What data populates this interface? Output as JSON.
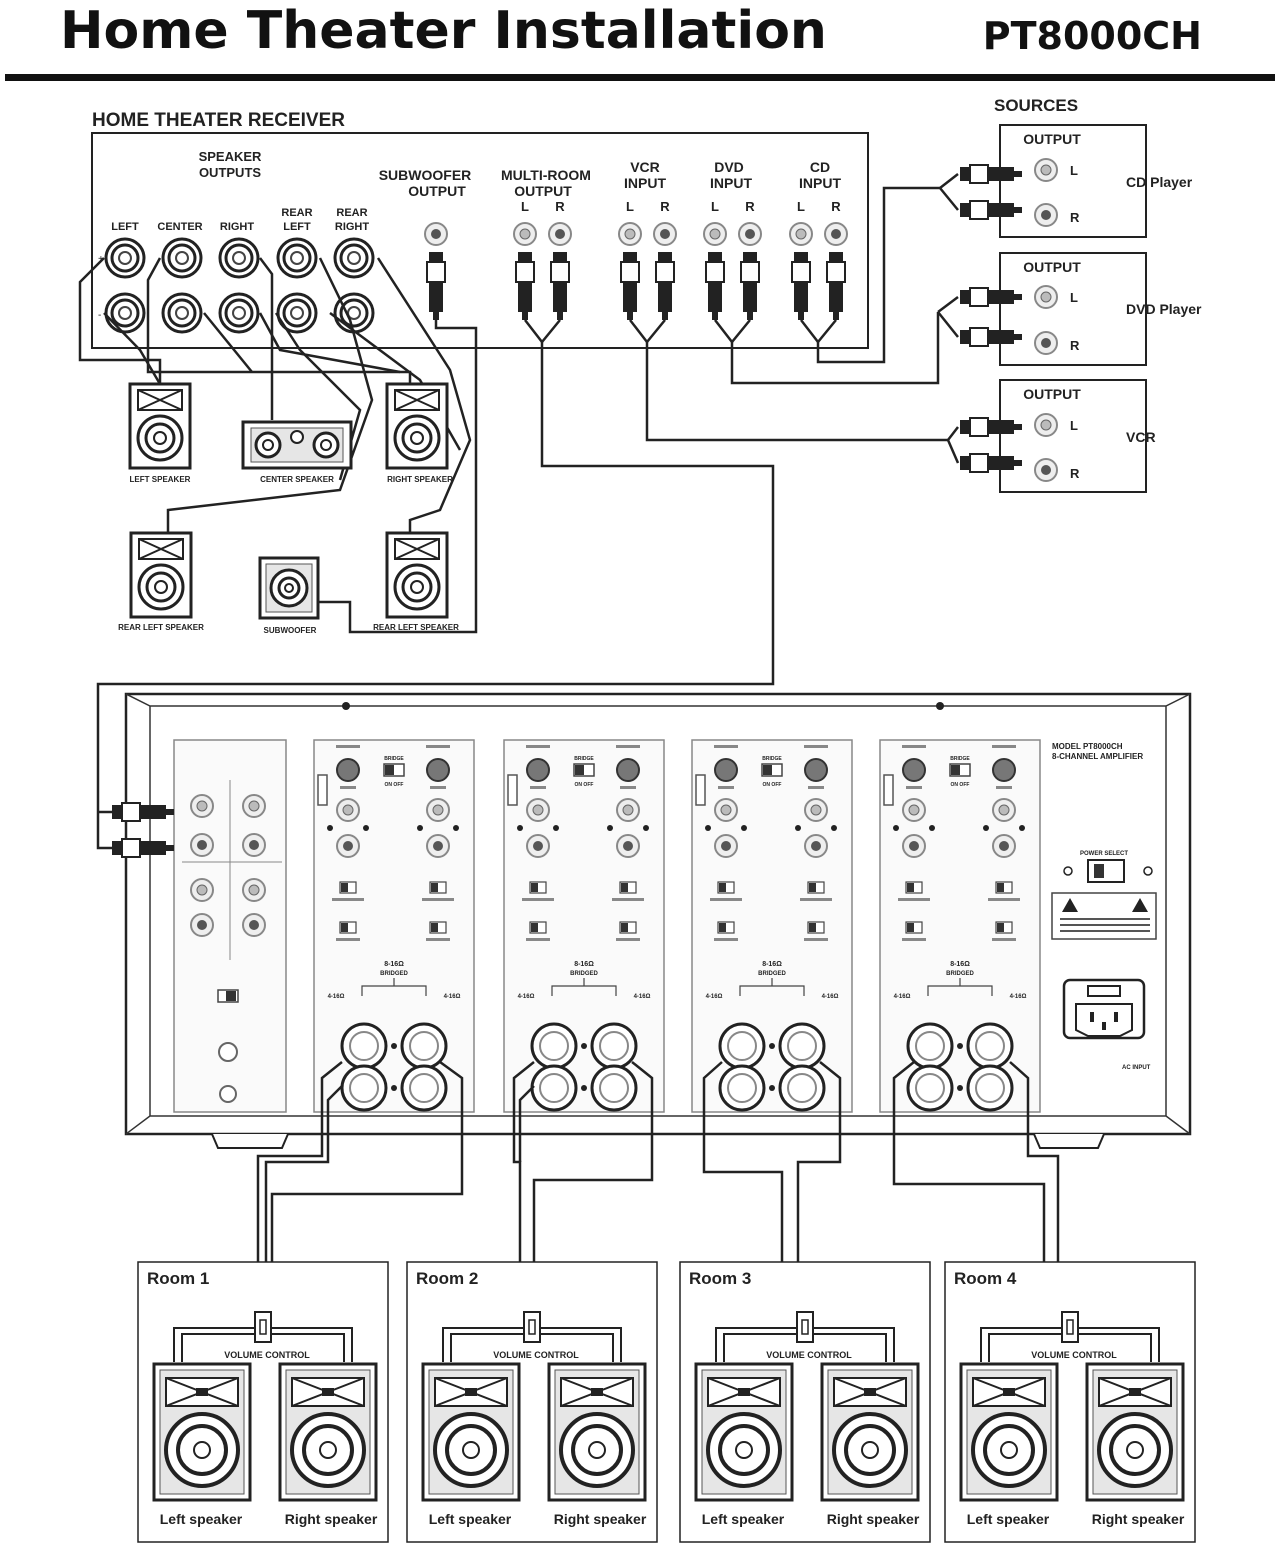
{
  "header": {
    "title": "Home Theater Installation",
    "model": "PT8000CH"
  },
  "receiver": {
    "title": "HOME THEATER RECEIVER",
    "speaker_outputs": [
      "SPEAKER",
      "OUTPUTS"
    ],
    "channels": [
      "LEFT",
      "CENTER",
      "RIGHT"
    ],
    "rear_left": [
      "REAR",
      "LEFT"
    ],
    "rear_right": [
      "REAR",
      "RIGHT"
    ],
    "subwoofer_output": [
      "SUBWOOFER",
      "OUTPUT"
    ],
    "multi_room_output": [
      "MULTI-ROOM",
      "OUTPUT"
    ],
    "vcr_input": [
      "VCR",
      "INPUT"
    ],
    "dvd_input": [
      "DVD",
      "INPUT"
    ],
    "cd_input": [
      "CD",
      "INPUT"
    ],
    "left_short": "L",
    "right_short": "R",
    "plus": "+",
    "minus": "-"
  },
  "speakers": {
    "left": "LEFT SPEAKER",
    "center": "CENTER SPEAKER",
    "right": "RIGHT SPEAKER",
    "rear_left": "REAR LEFT SPEAKER",
    "subwoofer": "SUBWOOFER",
    "rear_right": "REAR LEFT SPEAKER"
  },
  "sources": {
    "title": "SOURCES",
    "output_label": "OUTPUT",
    "devices": [
      "CD Player",
      "DVD Player",
      "VCR"
    ]
  },
  "amplifier": {
    "model_line1": "MODEL PT8000CH",
    "model_line2": "8-CHANNEL AMPLIFIER",
    "bridged": "8-16Ω",
    "bridged_label": "BRIDGED",
    "channel_impedance": "4-16Ω",
    "bridge": "BRIDGE",
    "on_off": "ON  OFF",
    "power_select": "POWER SELECT",
    "ac_input": "AC INPUT"
  },
  "rooms": {
    "names": [
      "Room 1",
      "Room 2",
      "Room 3",
      "Room 4"
    ],
    "volume_control": "VOLUME CONTROL",
    "left_speaker": "Left speaker",
    "right_speaker": "Right speaker"
  }
}
